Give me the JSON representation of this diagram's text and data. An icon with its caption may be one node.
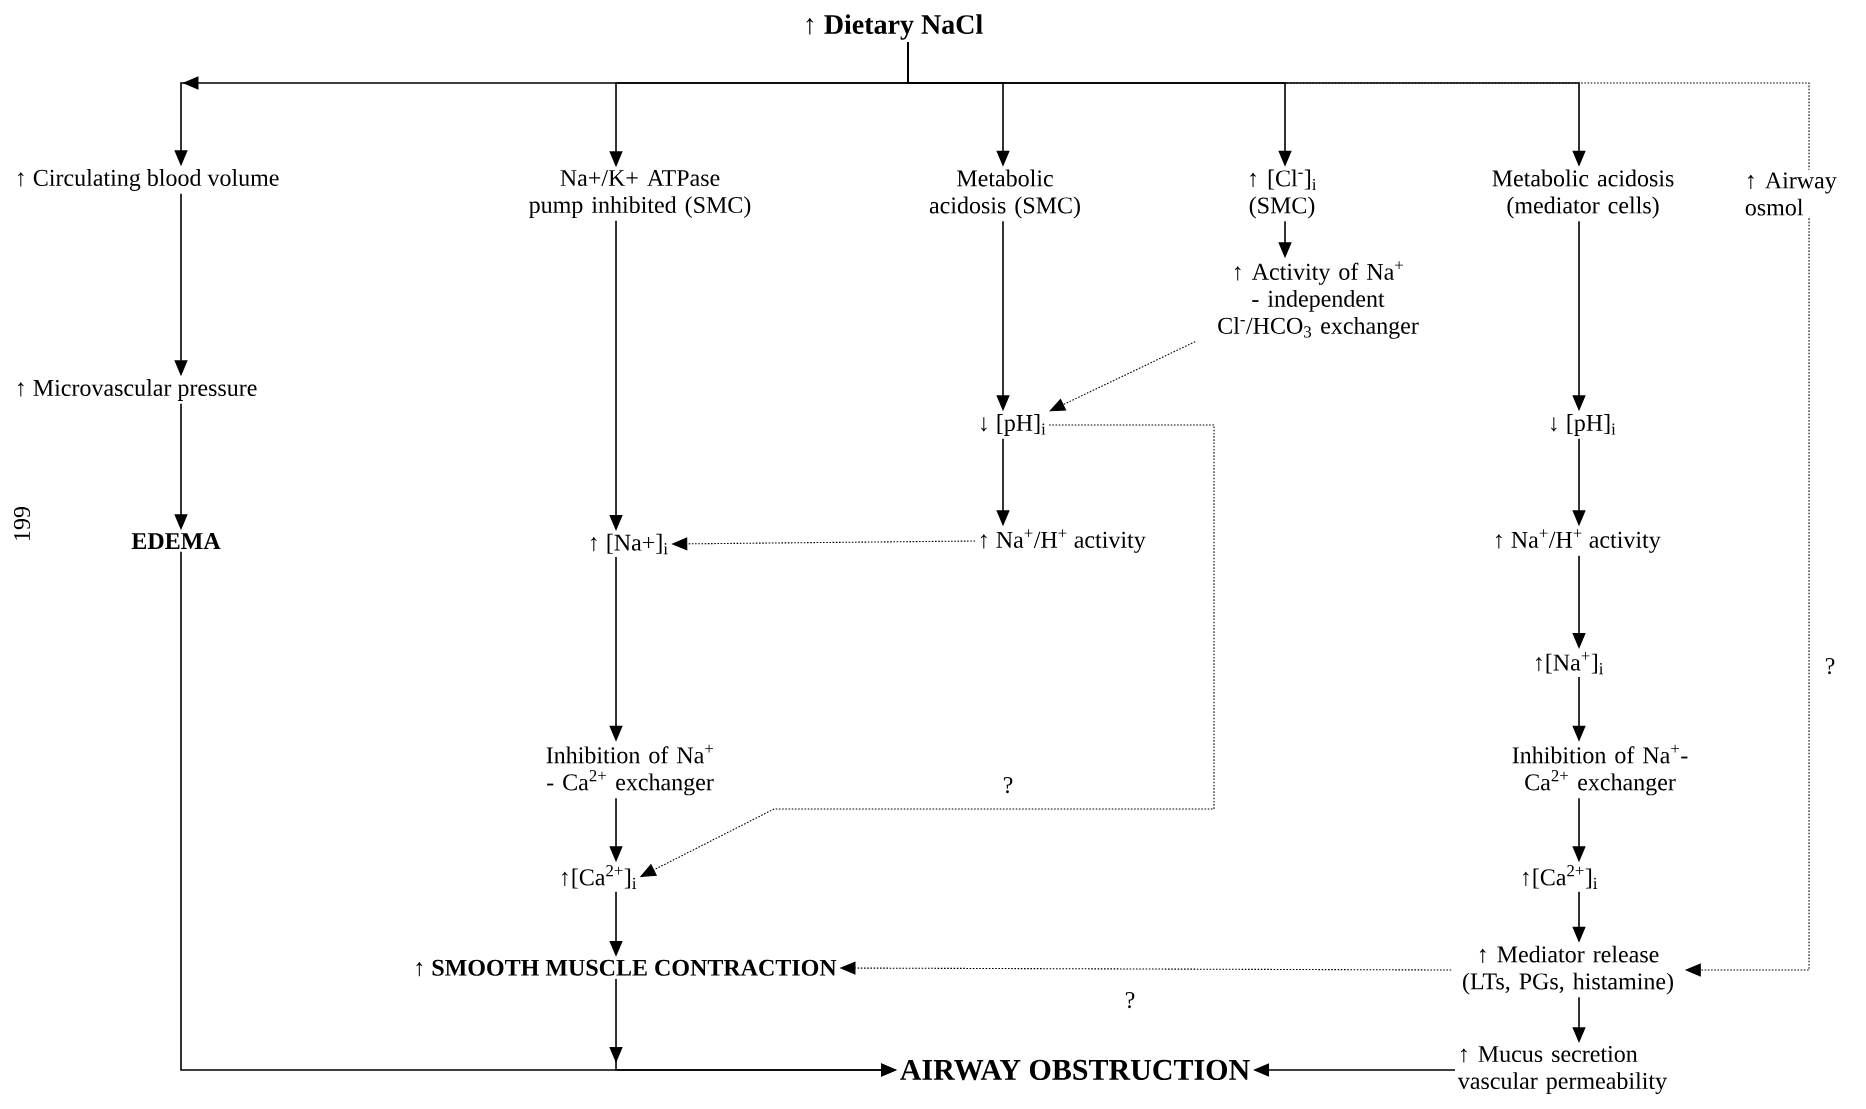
{
  "diagram": {
    "nodes": [
      {
        "text": [
          "↑ Dietary NaCl"
        ]
      },
      {
        "text": [
          "↑ Circulating blood volume"
        ]
      },
      {
        "text": [
          "Na+/K+ ATPase pump inhibited (SMC)"
        ]
      },
      {
        "text": [
          "Metabolic acidosis (SMC)"
        ]
      },
      {
        "text": [
          "↑ [Cl$^{-}$]$_{i}$ (SMC)"
        ]
      },
      {
        "text": [
          "Metabolic acidosis (mediator cells)"
        ]
      },
      {
        "text": [
          "↑ Airway osmol"
        ]
      },
      {
        "text": [
          "↑ Activity of Na$^{+}$ - independent Cl$^{-}$/HCO$_{3}$ exchanger"
        ]
      },
      {
        "text": [
          "↑ Microvascular pressure"
        ]
      },
      {
        "text": [
          "↓ [pH]$_{i}$"
        ]
      },
      {
        "text": [
          "↓ [pH]$_{i}$"
        ]
      },
      {
        "text": [
          "EDEMA"
        ]
      },
      {
        "text": [
          "↑ [Na+]$_{i}$"
        ]
      },
      {
        "text": [
          "↑ Na$^{+}$/H$^{+}$ activity"
        ]
      },
      {
        "text": [
          "↑ Na$^{+}$/H$^{+}$ activity"
        ]
      },
      {
        "text": [
          "↑[Na$^{+}$]$_{i}$"
        ]
      },
      {
        "text": [
          "Inhibition of Na$^{+}$ - Ca$^{2+}$ exchanger"
        ]
      },
      {
        "text": [
          "Inhibition of Na$^{+}$-Ca$^{2+}$ exchanger"
        ]
      },
      {
        "text": [
          "↑[Ca$^{2+}$]$_{i}$"
        ]
      },
      {
        "text": [
          "↑[Ca$^{2+}$]$_{i}$"
        ]
      },
      {
        "text": [
          "↑ SMOOTH MUSCLE CONTRACTION"
        ]
      },
      {
        "text": [
          "↑ Mediator release (LTs, PGs, histamine)"
        ]
      },
      {
        "text": [
          "AIRWAY OBSTRUCTION"
        ]
      },
      {
        "text": [
          "↑ Mucus secretion vascular permeability"
        ]
      }
    ],
    "edges": [
      {
        "from": 0,
        "to": 1,
        "arrow": "to"
      },
      {
        "from": 0,
        "to": 2,
        "arrow": "to"
      },
      {
        "from": 0,
        "to": 3,
        "arrow": "to"
      },
      {
        "from": 0,
        "to": 4,
        "arrow": "to"
      },
      {
        "from": 0,
        "to": 5,
        "arrow": "to"
      },
      {
        "from": 0,
        "to": 6,
        "arrow": "none",
        "style": "dashed"
      },
      {
        "from": 1,
        "to": 8,
        "arrow": "to"
      },
      {
        "from": 8,
        "to": 11,
        "arrow": "to"
      },
      {
        "from": 11,
        "to": 22,
        "arrow": "to"
      },
      {
        "from": 2,
        "to": 12,
        "arrow": "to"
      },
      {
        "from": 3,
        "to": 9,
        "arrow": "to"
      },
      {
        "from": 4,
        "to": 7,
        "arrow": "to"
      },
      {
        "from": 7,
        "to": 9,
        "arrow": "to",
        "style": "dashed"
      },
      {
        "from": 9,
        "to": 13,
        "arrow": "to"
      },
      {
        "from": 13,
        "to": 12,
        "arrow": "to",
        "style": "dashed"
      },
      {
        "from": 12,
        "to": 16,
        "arrow": "to"
      },
      {
        "from": 16,
        "to": 18,
        "arrow": "to"
      },
      {
        "from": 18,
        "to": 20,
        "arrow": "to"
      },
      {
        "from": 20,
        "to": 22,
        "arrow": "to"
      },
      {
        "from": 9,
        "to": 18,
        "arrow": "to",
        "style": "dashed",
        "label": "?"
      },
      {
        "from": 5,
        "to": 10,
        "arrow": "to"
      },
      {
        "from": 10,
        "to": 14,
        "arrow": "to"
      },
      {
        "from": 14,
        "to": 15,
        "arrow": "to"
      },
      {
        "from": 15,
        "to": 17,
        "arrow": "to"
      },
      {
        "from": 17,
        "to": 19,
        "arrow": "to"
      },
      {
        "from": 19,
        "to": 21,
        "arrow": "to"
      },
      {
        "from": 21,
        "to": 20,
        "arrow": "to",
        "style": "dashed",
        "label": "?"
      },
      {
        "from": 6,
        "to": 21,
        "arrow": "to",
        "style": "dashed",
        "label": "?"
      },
      {
        "from": 21,
        "to": 23,
        "arrow": "to"
      },
      {
        "from": 23,
        "to": 22,
        "arrow": "to"
      }
    ],
    "labels": [
      "199"
    ]
  }
}
